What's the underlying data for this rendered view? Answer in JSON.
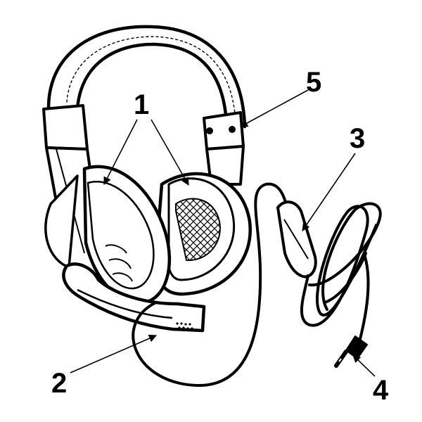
{
  "colors": {
    "ink": "#000000",
    "paper": "#ffffff"
  },
  "callouts": [
    {
      "id": "1",
      "text": "1"
    },
    {
      "id": "2",
      "text": "2"
    },
    {
      "id": "3",
      "text": "3"
    },
    {
      "id": "4",
      "text": "4"
    },
    {
      "id": "5",
      "text": "5"
    }
  ]
}
